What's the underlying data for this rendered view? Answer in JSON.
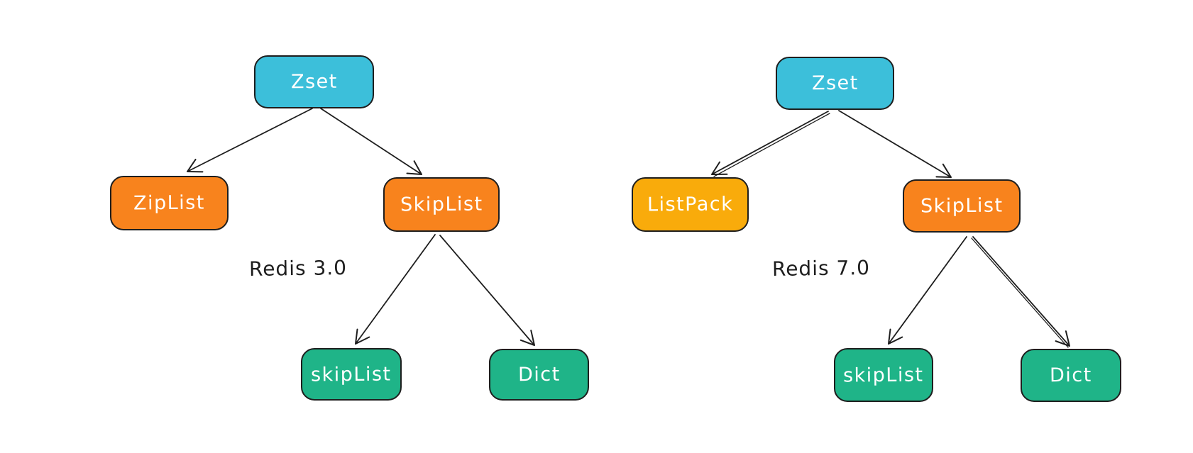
{
  "trees": {
    "redis3": {
      "caption": "Redis 3.0",
      "nodes": {
        "zset": {
          "label": "Zset",
          "fill": "#3cbfda"
        },
        "ziplist": {
          "label": "ZipList",
          "fill": "#f8831d"
        },
        "skiplist": {
          "label": "SkipList",
          "fill": "#f8831d"
        },
        "skiplist_child": {
          "label": "skipList",
          "fill": "#1fb488"
        },
        "dict": {
          "label": "Dict",
          "fill": "#1fb488"
        }
      },
      "edges": [
        {
          "from": "Zset",
          "to": "ZipList"
        },
        {
          "from": "Zset",
          "to": "SkipList"
        },
        {
          "from": "SkipList",
          "to": "skipList"
        },
        {
          "from": "SkipList",
          "to": "Dict"
        }
      ]
    },
    "redis7": {
      "caption": "Redis 7.0",
      "nodes": {
        "zset": {
          "label": "Zset",
          "fill": "#3cbfda"
        },
        "listpack": {
          "label": "ListPack",
          "fill": "#f9ab0b"
        },
        "skiplist": {
          "label": "SkipList",
          "fill": "#f8831d"
        },
        "skiplist_child": {
          "label": "skipList",
          "fill": "#1fb488"
        },
        "dict": {
          "label": "Dict",
          "fill": "#1fb488"
        }
      },
      "edges": [
        {
          "from": "Zset",
          "to": "ListPack"
        },
        {
          "from": "Zset",
          "to": "SkipList"
        },
        {
          "from": "SkipList",
          "to": "skipList"
        },
        {
          "from": "SkipList",
          "to": "Dict"
        }
      ]
    }
  },
  "colors": {
    "stroke": "#1e1e1e",
    "node_text": "#ffffff",
    "caption_text": "#1e1e1e",
    "background": "#ffffff"
  }
}
